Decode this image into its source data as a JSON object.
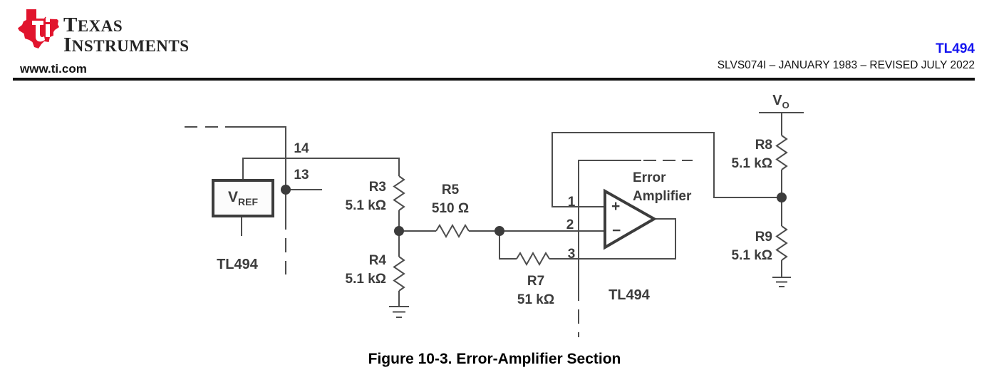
{
  "header": {
    "brand": {
      "line1": "TEXAS",
      "line2": "INSTRUMENTS",
      "logo_monogram": "ti"
    },
    "website": "www.ti.com",
    "part_number": "TL494",
    "doc_info": "SLVS074I – JANUARY 1983 – REVISED JULY 2022"
  },
  "figure": {
    "caption": "Figure 10-3. Error-Amplifier Section",
    "chip_label_left": "TL494",
    "chip_label_right": "TL494",
    "vref": {
      "main": "V",
      "sub": "REF"
    },
    "vo": {
      "main": "V",
      "sub": "O"
    },
    "opamp": {
      "name_line1": "Error",
      "name_line2": "Amplifier",
      "noninverting_sign": "+",
      "inverting_sign": "−"
    },
    "pins": {
      "pin14": "14",
      "pin13": "13",
      "pin1": "1",
      "pin2": "2",
      "pin3": "3"
    },
    "resistors": {
      "r3": {
        "ref": "R3",
        "value": "5.1 kΩ"
      },
      "r4": {
        "ref": "R4",
        "value": "5.1 kΩ"
      },
      "r5": {
        "ref": "R5",
        "value": "510 Ω"
      },
      "r7": {
        "ref": "R7",
        "value": "51 kΩ"
      },
      "r8": {
        "ref": "R8",
        "value": "5.1 kΩ"
      },
      "r9": {
        "ref": "R9",
        "value": "5.1 kΩ"
      }
    }
  },
  "colors": {
    "part_number_blue": "#1414f0",
    "logo_red": "#e1142d",
    "wire_gray": "#4d4d4d",
    "component_stroke": "#3c3c3c",
    "rule_black": "#101010"
  }
}
